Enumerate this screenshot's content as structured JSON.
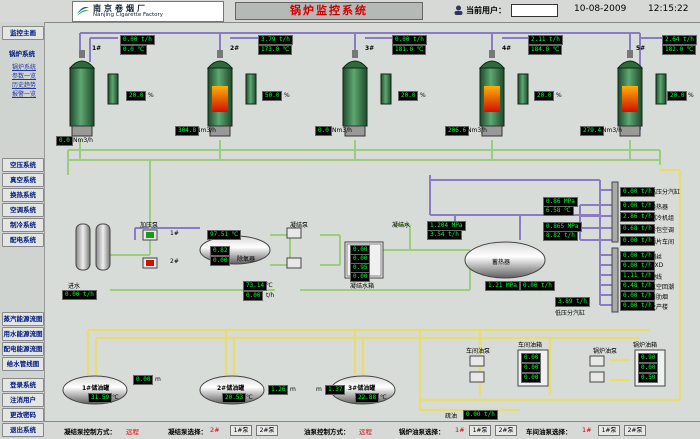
{
  "header": {
    "logo_cn": "南京卷烟厂",
    "logo_en": "Nanjing Cigarette Factory",
    "title": "锅炉监控系统",
    "current_user_label": "当前用户：",
    "current_user_value": "",
    "date": "10-08-2009",
    "time": "12:15:22"
  },
  "sidebar": {
    "home": "监控主画",
    "boiler_system": "锅炉系统",
    "sub_items": [
      "锅炉系统",
      "参数一览",
      "历史趋势",
      "报警一览"
    ],
    "systems": [
      "空压系统",
      "真空系统",
      "换热系统",
      "空调系统",
      "制冷系统",
      "配电系统"
    ],
    "flow_diagrams": [
      "蒸汽能源流图",
      "用水能源流图",
      "配电能源流图",
      "给水管线图"
    ],
    "bottom": [
      "登录系统",
      "注消用户",
      "更改密码",
      "退出系统"
    ]
  },
  "boilers": [
    {
      "name": "1#",
      "top1": "0.00 t/h",
      "top2": "0.0 ℃",
      "level": "20.0",
      "level_unit": "%",
      "gas": "0.0",
      "gas_unit": "Nm3/h",
      "fire": false
    },
    {
      "name": "2#",
      "top1": "3.79 t/h",
      "top2": "173.0 ℃",
      "level": "50.0",
      "level_unit": "%",
      "gas": "304.8",
      "gas_unit": "Nm3/h",
      "fire": true
    },
    {
      "name": "3#",
      "top1": "0.00 t/h",
      "top2": "181.0 ℃",
      "level": "20.0",
      "level_unit": "%",
      "gas": "0.0",
      "gas_unit": "Nm3/h",
      "fire": false
    },
    {
      "name": "4#",
      "top1": "2.11 t/h",
      "top2": "184.0 ℃",
      "level": "20.0",
      "level_unit": "%",
      "gas": "206.6",
      "gas_unit": "Nm3/h",
      "fire": true
    },
    {
      "name": "5#",
      "top1": "2.64 t/h",
      "top2": "182.0 ℃",
      "level": "20.0",
      "level_unit": "%",
      "gas": "279.4",
      "gas_unit": "Nm3/h",
      "fire": true
    }
  ],
  "plant": {
    "pump_add": "加压泵",
    "pump1": "1#",
    "pump2": "2#",
    "water_in": "进水",
    "water_in_val": "0.00 t/h",
    "deaerator": "除氧器",
    "deaerator_temp": "97.51 ℃",
    "deaerator_v1": "0.82",
    "deaerator_v2": "0.00",
    "deaerator_v3": "73.14",
    "deaerator_v3u": "℃",
    "deaerator_v4": "0.00",
    "deaerator_v4u": "t/h",
    "cond_pump": "凝结泵",
    "cond_water": "凝结水",
    "cond_tank": "凝结水箱",
    "cond_tank_vals": [
      "0.00",
      "0.00",
      "0.95",
      "0.00"
    ],
    "steam_tank": "蓄热器",
    "steam_vals_left": [
      "1.204 MPa",
      "3.54 t/h"
    ],
    "steam_vals_right": [
      "0.86 MPa",
      "6.58 ℃",
      "0.865 MPa",
      "8.82 t/h"
    ],
    "steam_bottom": "1.21 MPa",
    "steam_bottom2": "0.00 t/h",
    "hp_header": "高压分汽缸",
    "hp_header_val": "0.00 t/h",
    "hp_consumers": [
      {
        "name": "换热器",
        "val": "0.00 t/h"
      },
      {
        "name": "制冷机组",
        "val": "2.86 t/h"
      },
      {
        "name": "卷包空调",
        "val": "0.68 t/h"
      },
      {
        "name": "薄片车间",
        "val": "0.00 t/h"
      }
    ],
    "lp_header": "低压分汽缸",
    "lp_header_val": "3.89 t/h",
    "lp_consumers": [
      {
        "name": "制丝",
        "val": "0.00 t/h"
      },
      {
        "name": "HXD",
        "val": "0.00 t/h"
      },
      {
        "name": "梗线",
        "val": "1.11 t/h"
      },
      {
        "name": "真空回潮",
        "val": "0.48 t/h"
      },
      {
        "name": "白肋烟",
        "val": "0.00 t/h"
      },
      {
        "name": "生产楼",
        "val": "0.00 t/h"
      }
    ],
    "oil_tanks": [
      {
        "name": "1#储油罐",
        "v1": "0.00",
        "v1u": "m",
        "v2": "31.59",
        "v2u": "℃"
      },
      {
        "name": "2#储油罐",
        "v1": "1.26",
        "v1u": "m",
        "v2": "20.53",
        "v2u": "℃"
      },
      {
        "name": "3#储油罐",
        "v1": "1.37",
        "v1u": "m",
        "v2": "22.88",
        "v2u": "℃"
      }
    ],
    "workshop_pump": "车间油泵",
    "workshop_tank": "车间油箱",
    "boiler_pump": "锅炉油泵",
    "boiler_tank": "锅炉油箱",
    "workshop_tank_vals": [
      "0.00",
      "0.00",
      "0.00"
    ],
    "boiler_tank_vals": [
      "0.90",
      "0.00",
      "0.50"
    ],
    "drain_label": "疏油",
    "drain_val": "0.00 t/h"
  },
  "bottombar": {
    "cond_ctrl_label": "凝结泵控制方式：",
    "cond_ctrl_val": "远程",
    "cond_sel_label": "凝结泵选择：",
    "cond_sel_val": "2#",
    "btn1": "1#泵",
    "btn2": "2#泵",
    "oil_ctrl_label": "油泵控制方式：",
    "oil_ctrl_val": "远程",
    "boiler_oil_sel_label": "锅炉油泵选择：",
    "boiler_oil_sel_val": "1#",
    "ws_oil_sel_label": "车间油泵选择：",
    "ws_oil_sel_val": "1#"
  },
  "colors": {
    "pipe_steam": "#8a7cc4",
    "pipe_water": "#9ccc7c",
    "pipe_oil": "#e6dc78",
    "display_text": "#00ff33"
  }
}
